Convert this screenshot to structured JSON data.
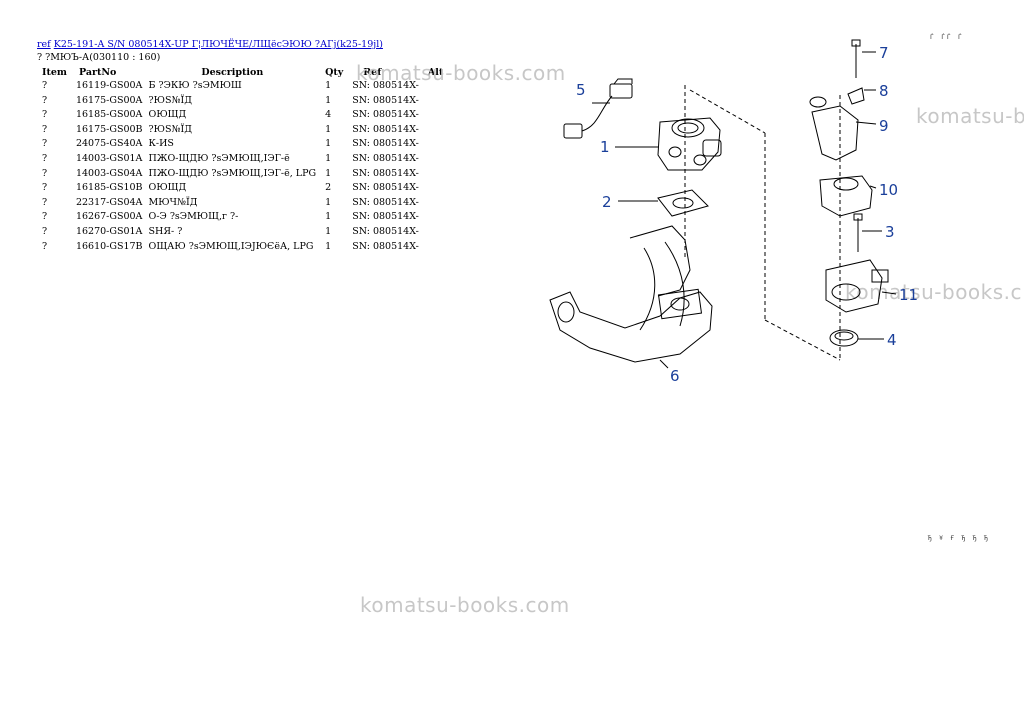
{
  "header": {
    "ref_link": "ref",
    "title_link": "K25-191-A S/N 080514X-UP Г¦ЛЮЧЁЧЕ/ЛЩёсЭЮЮ ?АГј(k25-19jl)",
    "subtitle": "? ?МЮЪ-А(030110 : 160)"
  },
  "table": {
    "columns": [
      "Item",
      "PartNo",
      "Description",
      "Qty",
      "Ref",
      "Alt"
    ],
    "rows": [
      {
        "item": "?",
        "part_no": "16119-GS00A",
        "description": "Б ?ЭКЮ ?sЭМЮШ",
        "qty": "1",
        "ref": "SN: 080514X-",
        "alt": ""
      },
      {
        "item": "?",
        "part_no": "16175-GS00A",
        "description": "?ЮS№ЇД",
        "qty": "1",
        "ref": "SN: 080514X-",
        "alt": ""
      },
      {
        "item": "?",
        "part_no": "16185-GS00A",
        "description": "ОЮЩД",
        "qty": "4",
        "ref": "SN: 080514X-",
        "alt": ""
      },
      {
        "item": "?",
        "part_no": "16175-GS00B",
        "description": "?ЮS№ЇД",
        "qty": "1",
        "ref": "SN: 080514X-",
        "alt": ""
      },
      {
        "item": "?",
        "part_no": "24075-GS40A",
        "description": "К-ИS",
        "qty": "1",
        "ref": "SN: 080514X-",
        "alt": ""
      },
      {
        "item": "?",
        "part_no": "14003-GS01A",
        "description": "ПЖО-ЩДЮ ?sЭМЮЩ,ІЭГ-ё",
        "qty": "1",
        "ref": "SN: 080514X-",
        "alt": ""
      },
      {
        "item": "?",
        "part_no": "14003-GS04A",
        "description": "ПЖО-ЩДЮ ?sЭМЮЩ,ІЭГ-ё, LPG",
        "qty": "1",
        "ref": "SN: 080514X-",
        "alt": ""
      },
      {
        "item": "?",
        "part_no": "16185-GS10B",
        "description": "ОЮЩД",
        "qty": "2",
        "ref": "SN: 080514X-",
        "alt": ""
      },
      {
        "item": "?",
        "part_no": "22317-GS04A",
        "description": "МЮЧ№ЇД",
        "qty": "1",
        "ref": "SN: 080514X-",
        "alt": ""
      },
      {
        "item": "?",
        "part_no": "16267-GS00A",
        "description": "О-Э ?sЭМЮЩ,г ?-",
        "qty": "1",
        "ref": "SN: 080514X-",
        "alt": ""
      },
      {
        "item": "?",
        "part_no": "16270-GS01A",
        "description": "SНЯ- ?",
        "qty": "1",
        "ref": "SN: 080514X-",
        "alt": ""
      },
      {
        "item": "?",
        "part_no": "16610-GS17B",
        "description": "ОЩАЮ ?sЭМЮЩ,ІЭЈЮЄёА, LPG",
        "qty": "1",
        "ref": "SN: 080514X-",
        "alt": ""
      }
    ]
  },
  "watermarks": [
    "komatsu-books.com",
    "komatsu-b",
    "komatsu-books.c",
    "komatsu-books.com"
  ],
  "callouts": [
    "1",
    "2",
    "3",
    "4",
    "5",
    "6",
    "7",
    "8",
    "9",
    "10",
    "11"
  ],
  "corner_codes": {
    "top": "Ѓ ЃЃ Ѓ",
    "bottom": "Ђ ¥ Ғ Ђ Ђ Ђ"
  },
  "colors": {
    "link": "#0000cc",
    "callout": "#1a3f9a",
    "watermark": "#c7c7c7"
  }
}
